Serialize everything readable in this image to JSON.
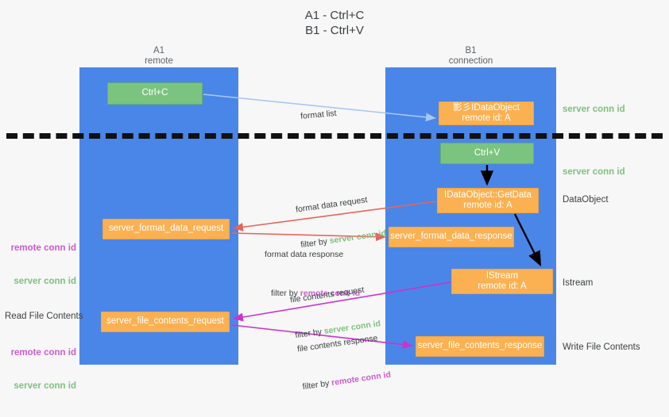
{
  "title": "A1 - Ctrl+C\nB1 - Ctrl+V",
  "columns": {
    "left": {
      "name": "A1",
      "role": "remote",
      "header": "A1\nremote"
    },
    "right": {
      "name": "B1",
      "role": "connection",
      "header": "B1\nconnection"
    }
  },
  "nodes": {
    "ctrl_c": {
      "label": "Ctrl+C",
      "color": "#7bc47f"
    },
    "format_list_object": {
      "line1": "影彡IDataObject",
      "line2": "remote id: A",
      "color": "#fbb152"
    },
    "ctrl_v": {
      "label": "Ctrl+V",
      "color": "#7bc47f"
    },
    "getdata": {
      "line1": "IDataObject::GetData",
      "line2": "remote id: A",
      "color": "#fbb152"
    },
    "server_format_data_request": {
      "label": "server_format_data_request",
      "color": "#fbb152"
    },
    "server_format_data_response": {
      "label": "server_format_data_response",
      "color": "#fbb152"
    },
    "istream": {
      "line1": "IStream",
      "line2": "remote id: A",
      "color": "#fbb152"
    },
    "server_file_contents_request": {
      "label": "server_file_contents_request",
      "color": "#fbb152"
    },
    "server_file_contents_response": {
      "label": "server_file_contents_response",
      "color": "#fbb152"
    }
  },
  "edges": {
    "format_list": {
      "label": "format list",
      "color": "#a8c7f0"
    },
    "format_data_request": {
      "line1": "format data request",
      "filter_prefix": "filter by ",
      "filter_key": "server conn id",
      "color": "#e8645a"
    },
    "format_data_response": {
      "line1": "format data response",
      "filter_prefix": "filter by ",
      "filter_key": "remote conn id",
      "color": "#e8645a"
    },
    "file_contents_request": {
      "line1": "file contents request",
      "filter_prefix": "filter by ",
      "filter_key": "server conn id",
      "color": "#cc33cc"
    },
    "file_contents_response": {
      "line1": "file contents response",
      "filter_prefix": "filter by ",
      "filter_key": "remote conn id",
      "color": "#cc33cc"
    }
  },
  "side_labels": {
    "server_conn_id_top": "server conn id",
    "server_conn_id_second": "server conn id",
    "dataobject": "DataObject",
    "istream": "Istream",
    "write_file_contents": "Write File Contents",
    "read_file_contents": "Read File Contents",
    "remote_conn_id": "remote conn id",
    "server_conn_id": "server conn id"
  },
  "colors": {
    "lane": "#4a86e8",
    "green_box": "#7bc47f",
    "orange_box": "#fbb152",
    "green_text": "#7ec07f",
    "purple_text": "#cc5ccc",
    "red_arrow": "#e8645a",
    "magenta_arrow": "#cc33cc",
    "blue_arrow": "#a8c7f0",
    "divider": "#111111",
    "background": "#f7f7f7"
  }
}
